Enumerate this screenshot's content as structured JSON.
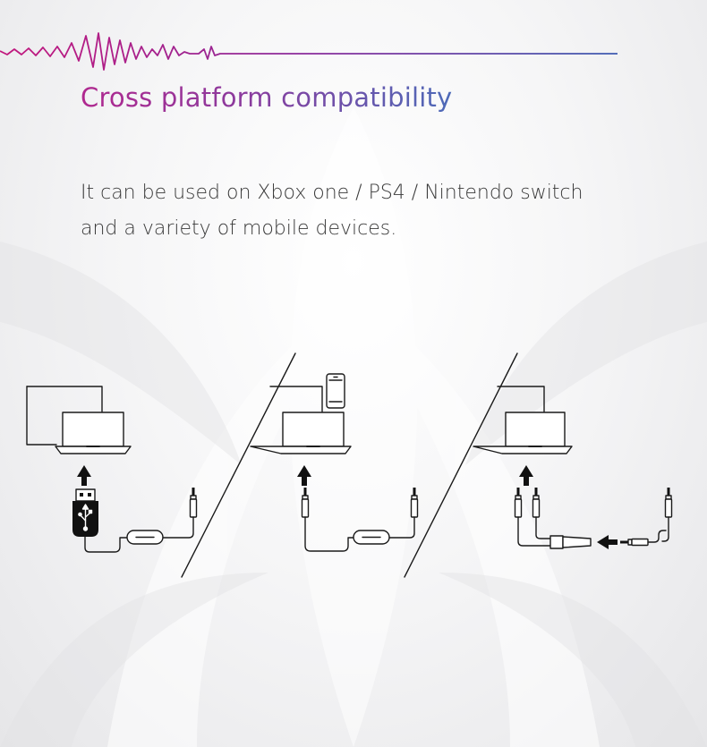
{
  "title": "Cross platform compatibility",
  "description": {
    "line1": "It can be used on Xbox one / PS4 / Nintendo switch",
    "line2": "and a variety of mobile devices."
  },
  "colors": {
    "title_gradient_start": "#b0288f",
    "title_gradient_end": "#4d6ab8",
    "wave_start": "#c2177d",
    "wave_end": "#3e5bb0",
    "body_text": "#3a3a3a",
    "line_art": "#1a1a1a"
  },
  "icons": [
    "waveform-icon",
    "monitor-icon",
    "laptop-icon",
    "smartphone-icon",
    "usb-dongle-icon",
    "usb-symbol-icon",
    "audio-jack-icon",
    "inline-remote-icon",
    "y-splitter-icon",
    "arrow-up-icon",
    "arrow-left-icon"
  ]
}
